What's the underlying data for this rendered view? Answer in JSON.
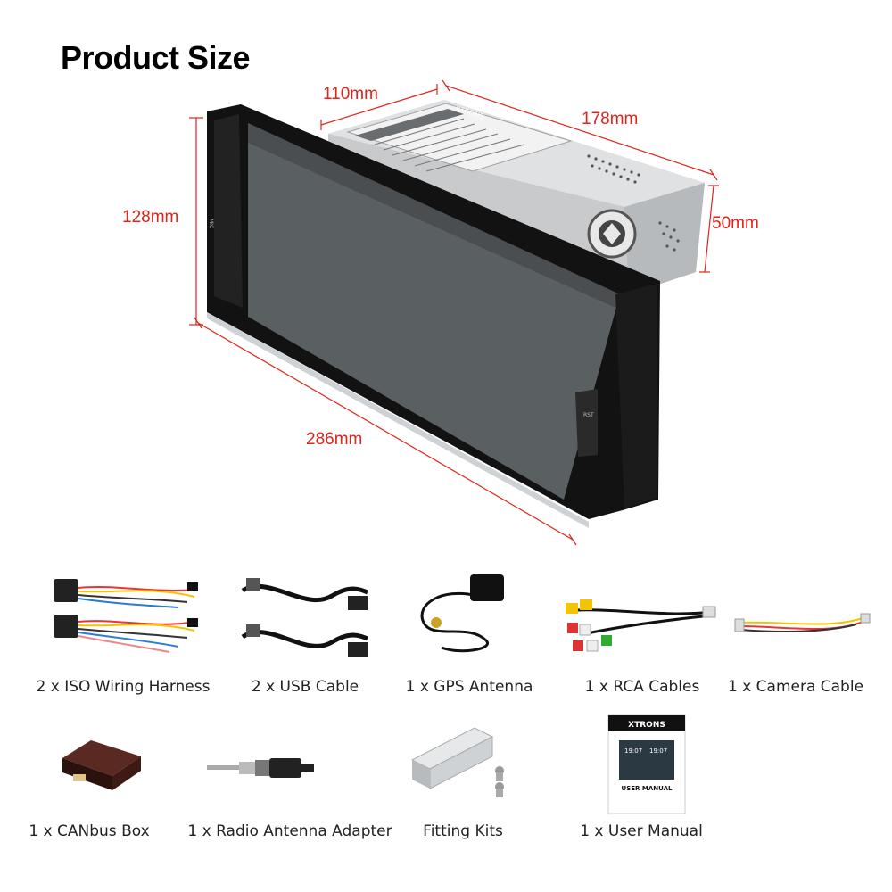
{
  "title": "Product Size",
  "dimensions": {
    "depth_top": "110mm",
    "length_side": "178mm",
    "height_left": "128mm",
    "height_right": "50mm",
    "width_bottom": "286mm"
  },
  "unit_labels": {
    "brand": "XTRONS",
    "side_button_left": "MIC",
    "side_button_right": "RST"
  },
  "accessories_row1": [
    {
      "label": "2 x ISO Wiring Harness",
      "icon": "wiring-harness-icon"
    },
    {
      "label": "2 x USB Cable",
      "icon": "usb-cable-icon"
    },
    {
      "label": "1 x GPS Antenna",
      "icon": "gps-antenna-icon"
    },
    {
      "label": "1 x RCA Cables",
      "icon": "rca-cables-icon"
    },
    {
      "label": "1 x Camera Cable",
      "icon": "camera-cable-icon"
    }
  ],
  "accessories_row2": [
    {
      "label": "1 x CANbus Box",
      "icon": "canbus-box-icon"
    },
    {
      "label": "1 x Radio Antenna Adapter",
      "icon": "radio-antenna-adapter-icon"
    },
    {
      "label": "Fitting Kits",
      "icon": "fitting-kit-icon"
    },
    {
      "label": "1 x User Manual",
      "icon": "user-manual-icon"
    }
  ],
  "manual": {
    "brand": "XTRONS",
    "title": "USER MANUAL",
    "clock_a": "19:07",
    "clock_b": "19:07"
  },
  "colors": {
    "dimension_red": "#e2231a",
    "chassis": "#c9cbcd",
    "bezel": "#111111",
    "screen": "#5c6164"
  }
}
